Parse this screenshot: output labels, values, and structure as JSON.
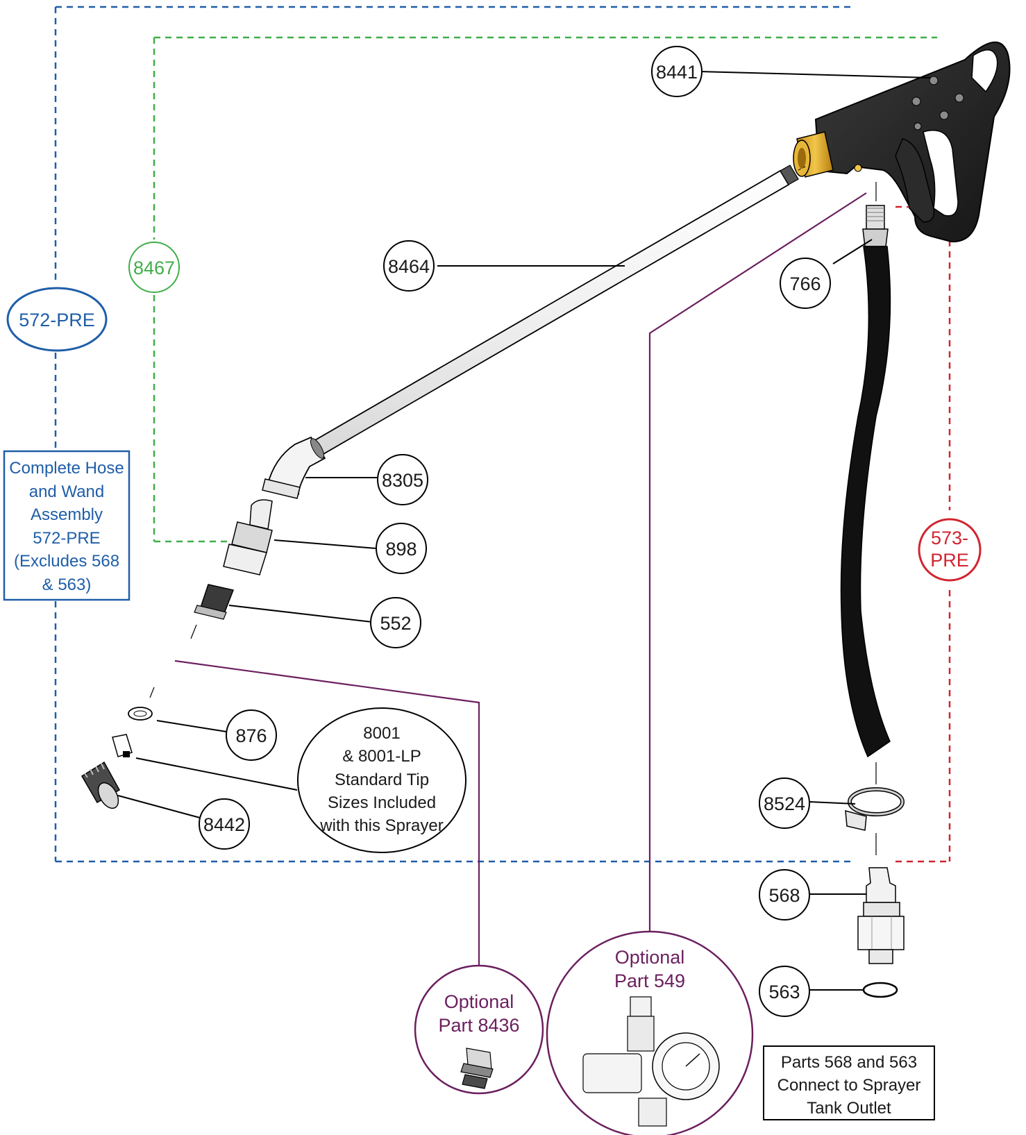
{
  "colors": {
    "blue": "#1f5ea8",
    "green": "#3fae49",
    "red": "#d1242f",
    "purple": "#6b1f5e",
    "black": "#1a1a1a",
    "brass": "#e0a928"
  },
  "parts": {
    "p8441": "8441",
    "p8464": "8464",
    "p8467": "8467",
    "p572": "572-PRE",
    "p766": "766",
    "p8305": "8305",
    "p898": "898",
    "p552": "552",
    "p876": "876",
    "p8442": "8442",
    "p8524": "8524",
    "p568": "568",
    "p563": "563",
    "p573_line1": "573-",
    "p573_line2": "PRE"
  },
  "assembly_box": {
    "lines": [
      "Complete Hose",
      "and Wand",
      "Assembly",
      "572-PRE",
      "(Excludes 568",
      "& 563)"
    ]
  },
  "tip_callout": {
    "lines": [
      "8001",
      "& 8001-LP",
      "Standard Tip",
      "Sizes Included",
      "with this Sprayer"
    ]
  },
  "optional_8436": {
    "lines": [
      "Optional",
      "Part 8436"
    ]
  },
  "optional_549": {
    "lines": [
      "Optional",
      "Part 549"
    ]
  },
  "note_box": {
    "lines": [
      "Parts 568 and 563",
      "Connect to Sprayer",
      "Tank Outlet"
    ]
  }
}
